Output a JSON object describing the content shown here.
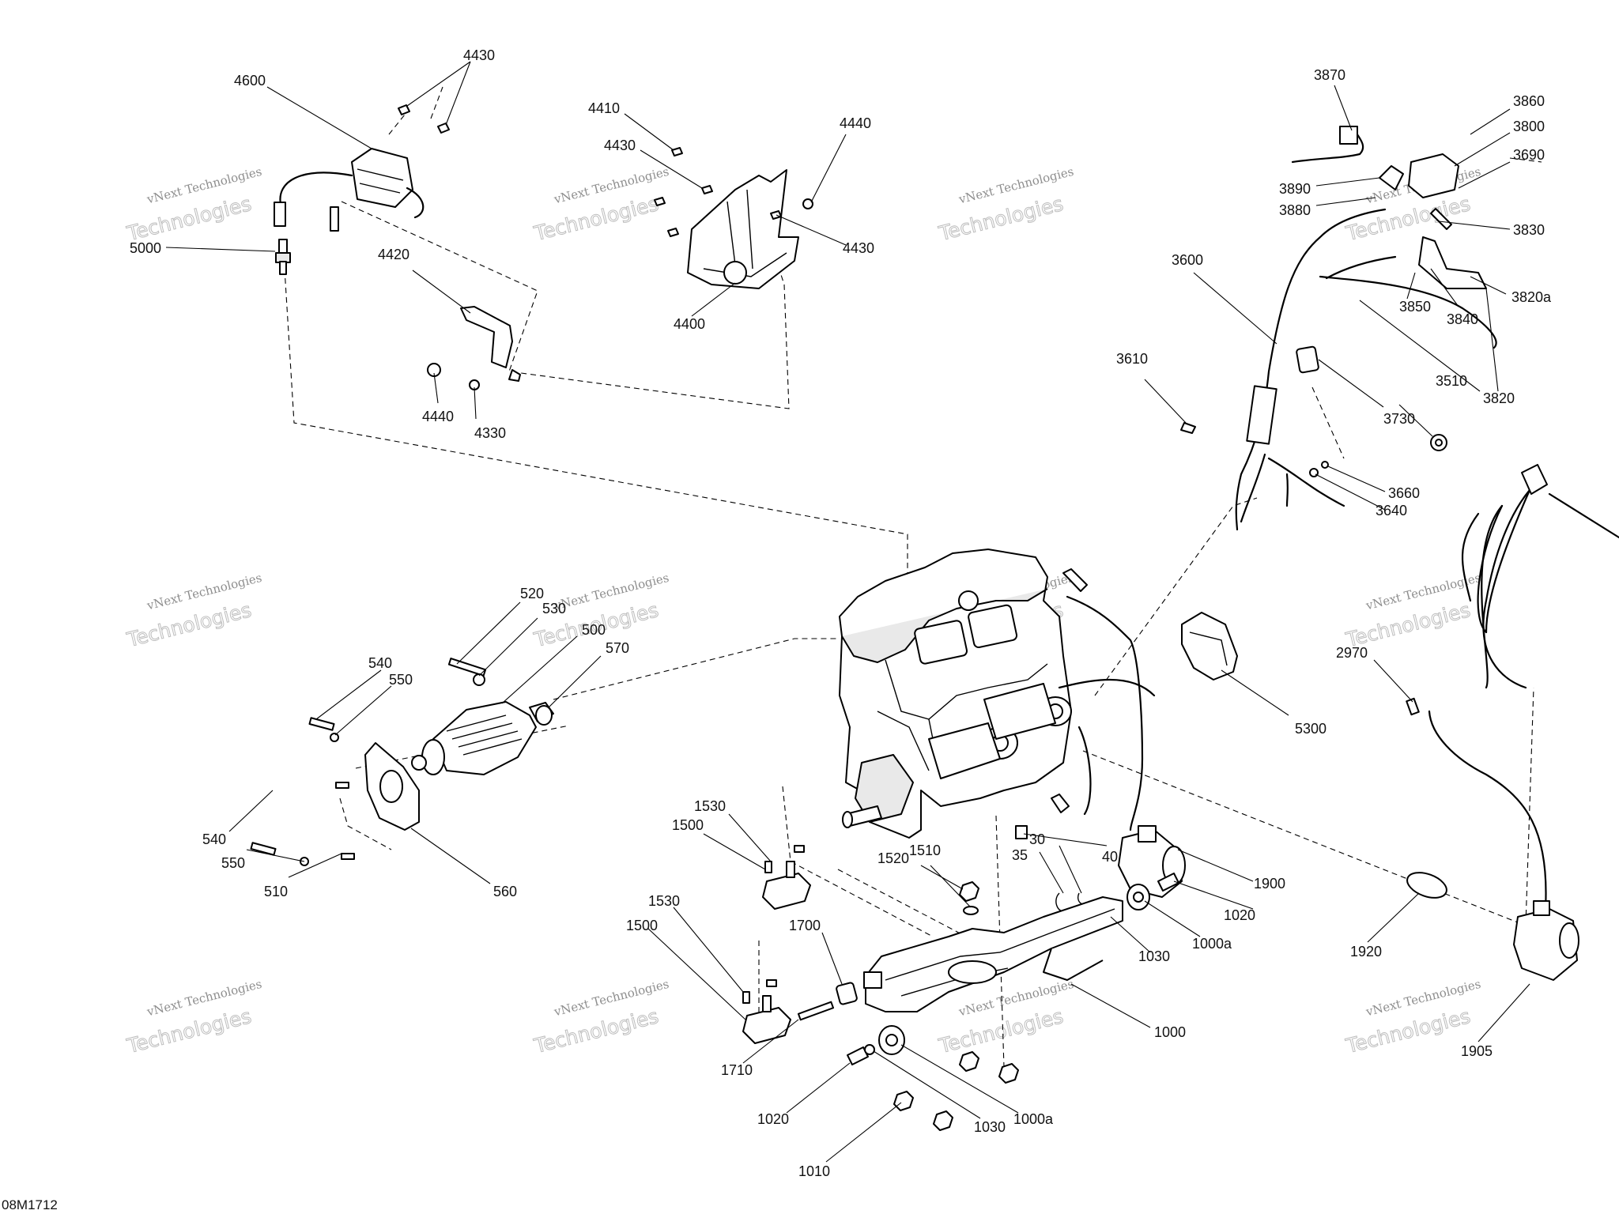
{
  "diagram": {
    "reference_code": "08M1712",
    "watermark": {
      "line1": "vNext Technologies",
      "line2": "Technologies"
    },
    "labels": [
      {
        "id": "l4600",
        "text": "4600"
      },
      {
        "id": "l4430a",
        "text": "4430"
      },
      {
        "id": "l5000",
        "text": "5000"
      },
      {
        "id": "l4420",
        "text": "4420"
      },
      {
        "id": "l4440a",
        "text": "4440"
      },
      {
        "id": "l4330",
        "text": "4330"
      },
      {
        "id": "l4410",
        "text": "4410"
      },
      {
        "id": "l4430b",
        "text": "4430"
      },
      {
        "id": "l4440b",
        "text": "4440"
      },
      {
        "id": "l4430c",
        "text": "4430"
      },
      {
        "id": "l4400",
        "text": "4400"
      },
      {
        "id": "l3870",
        "text": "3870"
      },
      {
        "id": "l3860",
        "text": "3860"
      },
      {
        "id": "l3800",
        "text": "3800"
      },
      {
        "id": "l3690",
        "text": "3690"
      },
      {
        "id": "l3890",
        "text": "3890"
      },
      {
        "id": "l3880",
        "text": "3880"
      },
      {
        "id": "l3830",
        "text": "3830"
      },
      {
        "id": "l3600",
        "text": "3600"
      },
      {
        "id": "l3850",
        "text": "3850"
      },
      {
        "id": "l3840",
        "text": "3840"
      },
      {
        "id": "l3820a",
        "text": "3820a"
      },
      {
        "id": "l3610",
        "text": "3610"
      },
      {
        "id": "l3730",
        "text": "3730"
      },
      {
        "id": "l3510",
        "text": "3510"
      },
      {
        "id": "l3820",
        "text": "3820"
      },
      {
        "id": "l3660",
        "text": "3660"
      },
      {
        "id": "l3640",
        "text": "3640"
      },
      {
        "id": "l520",
        "text": "520"
      },
      {
        "id": "l530",
        "text": "530"
      },
      {
        "id": "l500",
        "text": "500"
      },
      {
        "id": "l570",
        "text": "570"
      },
      {
        "id": "l540a",
        "text": "540"
      },
      {
        "id": "l550a",
        "text": "550"
      },
      {
        "id": "l540b",
        "text": "540"
      },
      {
        "id": "l550b",
        "text": "550"
      },
      {
        "id": "l510",
        "text": "510"
      },
      {
        "id": "l560",
        "text": "560"
      },
      {
        "id": "l5300",
        "text": "5300"
      },
      {
        "id": "l2970",
        "text": "2970"
      },
      {
        "id": "l1530a",
        "text": "1530"
      },
      {
        "id": "l1500a",
        "text": "1500"
      },
      {
        "id": "l1520",
        "text": "1520"
      },
      {
        "id": "l1510",
        "text": "1510"
      },
      {
        "id": "l35",
        "text": "35"
      },
      {
        "id": "l30",
        "text": "30"
      },
      {
        "id": "l40",
        "text": "40"
      },
      {
        "id": "l1900",
        "text": "1900"
      },
      {
        "id": "l1020a",
        "text": "1020"
      },
      {
        "id": "l1000a_a",
        "text": "1000a"
      },
      {
        "id": "l1030a",
        "text": "1030"
      },
      {
        "id": "l1920",
        "text": "1920"
      },
      {
        "id": "l1530b",
        "text": "1530"
      },
      {
        "id": "l1500b",
        "text": "1500"
      },
      {
        "id": "l1700",
        "text": "1700"
      },
      {
        "id": "l1000",
        "text": "1000"
      },
      {
        "id": "l1905",
        "text": "1905"
      },
      {
        "id": "l1710",
        "text": "1710"
      },
      {
        "id": "l1020b",
        "text": "1020"
      },
      {
        "id": "l1030b",
        "text": "1030"
      },
      {
        "id": "l1000a_b",
        "text": "1000a"
      },
      {
        "id": "l1010",
        "text": "1010"
      }
    ]
  }
}
